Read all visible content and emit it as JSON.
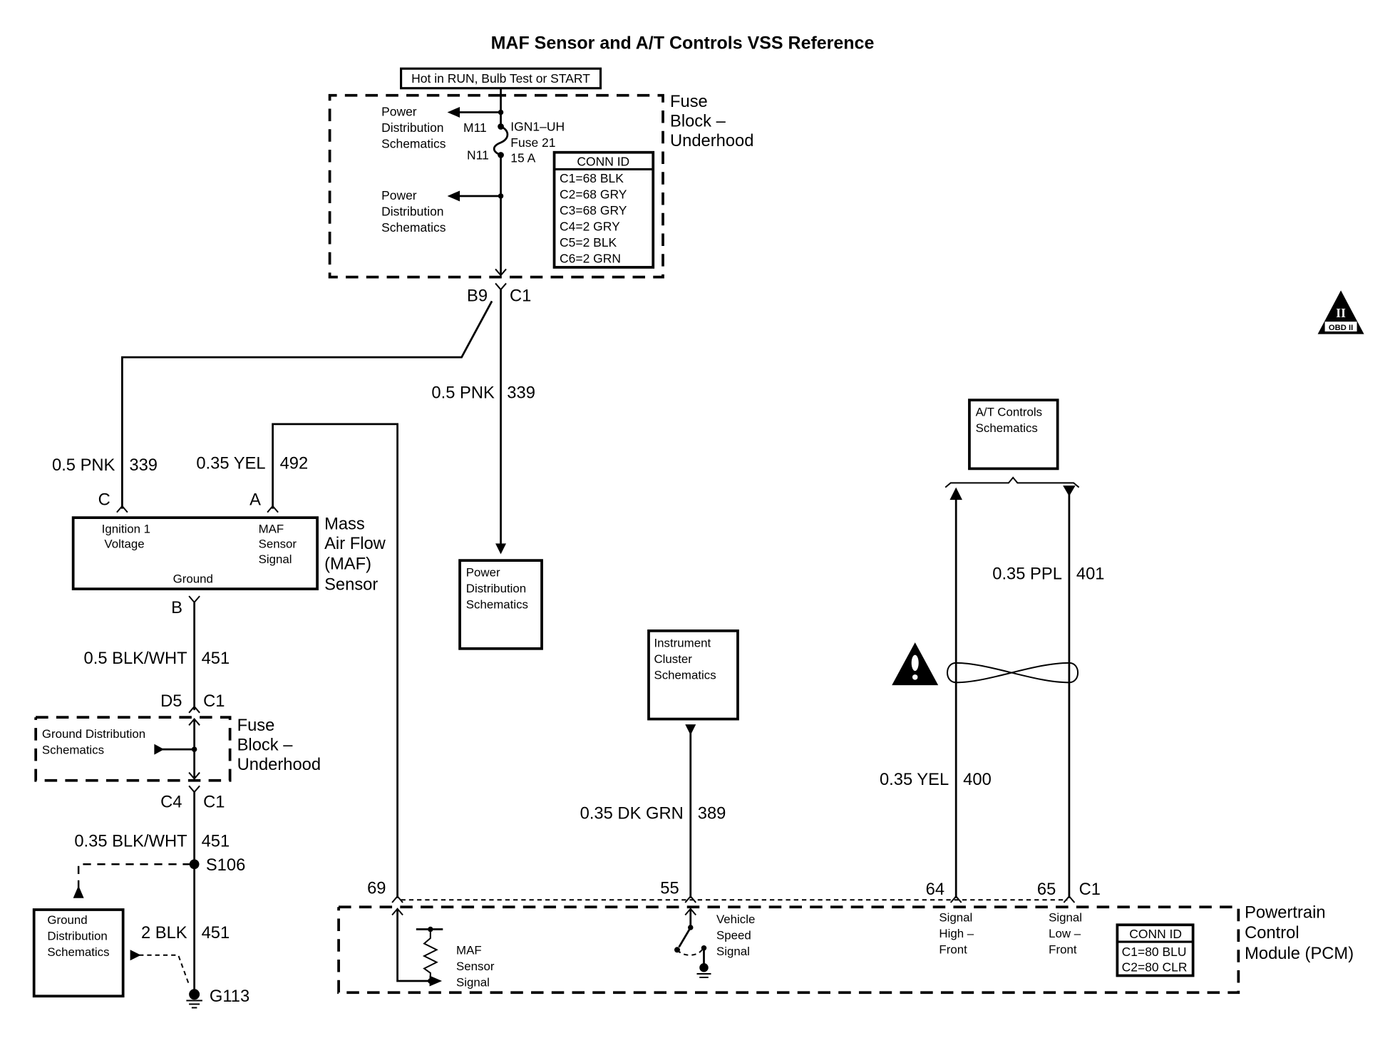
{
  "title": "MAF Sensor and A/T Controls VSS Reference",
  "hot_label": "Hot in RUN, Bulb Test or START",
  "fuse_block_top": {
    "name_lines": [
      "Fuse",
      "Block –",
      "Underhood"
    ],
    "power_dist_1": [
      "Power",
      "Distribution",
      "Schematics"
    ],
    "power_dist_2": [
      "Power",
      "Distribution",
      "Schematics"
    ],
    "pin_m11": "M11",
    "pin_n11": "N11",
    "fuse_lines": [
      "IGN1–UH",
      "Fuse 21",
      "15 A"
    ],
    "conn_id": {
      "header": "CONN ID",
      "rows": [
        "C1=68 BLK",
        "C2=68 GRY",
        "C3=68 GRY",
        "C4=2 GRY",
        "C5=2 BLK",
        "C6=2 GRN"
      ]
    },
    "out_pin": "B9",
    "out_conn": "C1"
  },
  "obd_badge": {
    "roman": "II",
    "text": "OBD II"
  },
  "wires": {
    "pnk_center": {
      "gauge_color": "0.5 PNK",
      "circuit": "339"
    },
    "pnk_left": {
      "gauge_color": "0.5 PNK",
      "circuit": "339"
    },
    "yel_maf": {
      "gauge_color": "0.35 YEL",
      "circuit": "492"
    },
    "blkwht_1": {
      "gauge_color": "0.5 BLK/WHT",
      "circuit": "451"
    },
    "blkwht_2": {
      "gauge_color": "0.35 BLK/WHT",
      "circuit": "451"
    },
    "blk_ground": {
      "gauge_color": "2 BLK",
      "circuit": "451"
    },
    "dkgrn": {
      "gauge_color": "0.35 DK GRN",
      "circuit": "389"
    },
    "ppl": {
      "gauge_color": "0.35 PPL",
      "circuit": "401"
    },
    "yel_400": {
      "gauge_color": "0.35 YEL",
      "circuit": "400"
    }
  },
  "maf_sensor": {
    "name_lines": [
      "Mass",
      "Air Flow",
      "(MAF)",
      "Sensor"
    ],
    "pin_c": "C",
    "pin_a": "A",
    "pin_b": "B",
    "ign_lines": [
      "Ignition 1",
      "Voltage"
    ],
    "signal_lines": [
      "MAF",
      "Sensor",
      "Signal"
    ],
    "ground": "Ground"
  },
  "power_dist_box": [
    "Power",
    "Distribution",
    "Schematics"
  ],
  "fuse_block_bottom": {
    "name_lines": [
      "Fuse",
      "Block –",
      "Underhood"
    ],
    "ground_dist": [
      "Ground Distribution",
      "Schematics"
    ],
    "pin_d5": "D5",
    "pin_d5_conn": "C1",
    "pin_c4": "C4",
    "pin_c4_conn": "C1"
  },
  "splice": "S106",
  "ground_point": "G113",
  "ground_dist_box": [
    "Ground",
    "Distribution",
    "Schematics"
  ],
  "instrument_cluster_box": [
    "Instrument",
    "Cluster",
    "Schematics"
  ],
  "at_controls_box": [
    "A/T Controls",
    "Schematics"
  ],
  "pcm": {
    "name_lines": [
      "Powertrain",
      "Control",
      "Module (PCM)"
    ],
    "pin_69": "69",
    "pin_55": "55",
    "pin_64": "64",
    "pin_65": "65",
    "conn": "C1",
    "maf_signal": [
      "MAF",
      "Sensor",
      "Signal"
    ],
    "vss": [
      "Vehicle",
      "Speed",
      "Signal"
    ],
    "sig_high": [
      "Signal",
      "High –",
      "Front"
    ],
    "sig_low": [
      "Signal",
      "Low –",
      "Front"
    ],
    "conn_id": {
      "header": "CONN ID",
      "rows": [
        "C1=80 BLU",
        "C2=80 CLR"
      ]
    }
  }
}
